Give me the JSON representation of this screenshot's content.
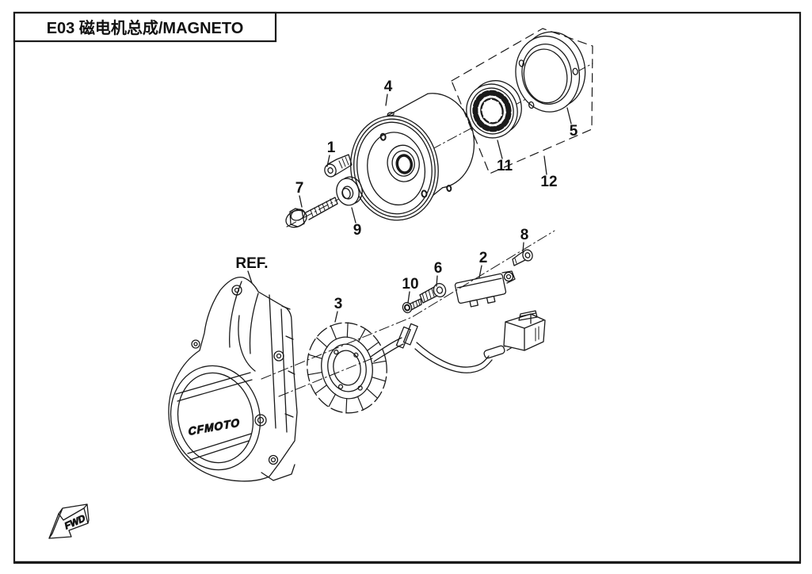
{
  "page": {
    "title": "E03 磁电机总成/MAGNETO",
    "background": "#ffffff",
    "line_color": "#1a1a1a"
  },
  "diagram": {
    "type": "exploded-parts-diagram",
    "callouts": [
      {
        "label": "1",
        "part": "flywheel-socket-bolt"
      },
      {
        "label": "2",
        "part": "trigger-pickup-coil"
      },
      {
        "label": "3",
        "part": "magneto-stator"
      },
      {
        "label": "4",
        "part": "flywheel-rotor"
      },
      {
        "label": "5",
        "part": "clutch-cover-plate"
      },
      {
        "label": "6",
        "part": "coil-socket-bolt"
      },
      {
        "label": "7",
        "part": "hex-flange-bolt"
      },
      {
        "label": "8",
        "part": "coil-bolt"
      },
      {
        "label": "9",
        "part": "washer"
      },
      {
        "label": "10",
        "part": "stator-screw"
      },
      {
        "label": "11",
        "part": "one-way-clutch"
      },
      {
        "label": "12",
        "part": "clutch-sub-assembly"
      },
      {
        "label": "REF.",
        "part": "crankcase-cover-reference"
      }
    ],
    "cover_logo": "CFMOTO",
    "direction_arrow_label": "FWD"
  }
}
